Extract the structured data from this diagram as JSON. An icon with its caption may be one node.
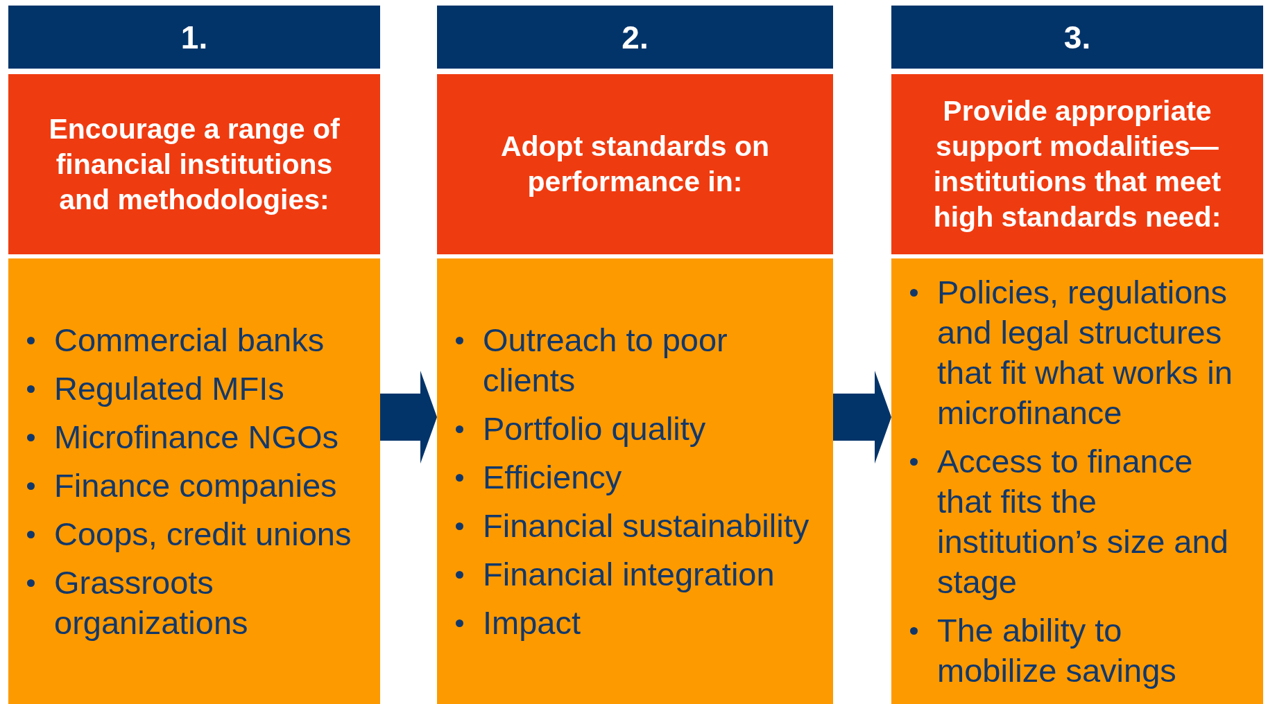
{
  "diagram": {
    "nodes": [
      {
        "text": [
          "1."
        ]
      },
      {
        "text": [
          "Encourage a range of financial institutions and methodologies:"
        ]
      },
      {
        "text": [
          "Commercial banks",
          "Regulated MFIs",
          "Microfinance NGOs",
          "Finance companies",
          "Coops, credit unions",
          "Grassroots organizations"
        ]
      },
      {
        "text": [
          "2."
        ]
      },
      {
        "text": [
          "Adopt standards on performance in:"
        ]
      },
      {
        "text": [
          "Outreach to poor clients",
          "Portfolio quality",
          "Efficiency",
          "Financial sustainability",
          "Financial integration",
          "Impact"
        ]
      },
      {
        "text": [
          "3."
        ]
      },
      {
        "text": [
          "Provide appropriate support modalities—institutions that meet high standards need:"
        ]
      },
      {
        "text": [
          "Policies, regulations and legal structures that fit what works in microfinance",
          "Access to finance that fits the institution’s size and stage",
          "The ability to mobilize savings"
        ]
      }
    ],
    "edges": [
      {
        "from": 2,
        "to": 5,
        "arrow": "to"
      },
      {
        "from": 5,
        "to": 8,
        "arrow": "to"
      }
    ]
  }
}
